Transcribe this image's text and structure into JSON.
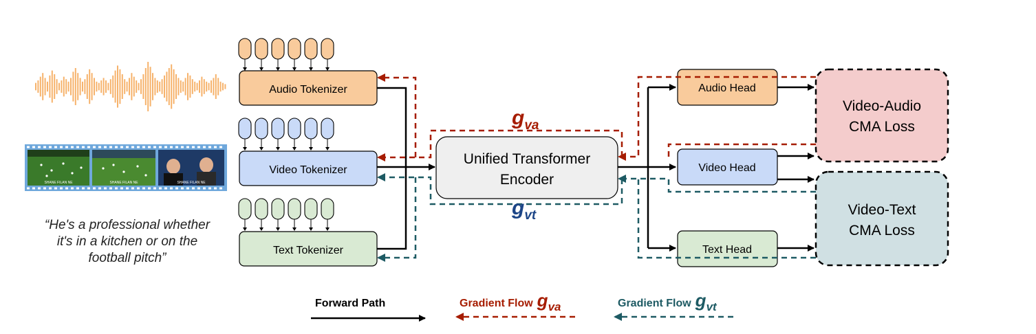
{
  "tokenizers": {
    "audio": "Audio Tokenizer",
    "video": "Video Tokenizer",
    "text": "Text Tokenizer"
  },
  "encoder": {
    "line1": "Unified Transformer",
    "line2": "Encoder"
  },
  "heads": {
    "audio": "Audio Head",
    "video": "Video Head",
    "text": "Text Head"
  },
  "losses": {
    "video_audio": {
      "line1": "Video-Audio",
      "line2": "CMA Loss"
    },
    "video_text": {
      "line1": "Video-Text",
      "line2": "CMA Loss"
    }
  },
  "gradients": {
    "va": {
      "symbol": "g",
      "subscript": "va"
    },
    "vt": {
      "symbol": "g",
      "subscript": "vt"
    }
  },
  "quote": "“He's a professional whether it's in a kitchen or on the football pitch”",
  "film_frames": [
    {
      "caption": "SHANE FILAN NE"
    },
    {
      "caption": "SHANE FILAN NE"
    },
    {
      "caption": "SHANE FILAN NE"
    }
  ],
  "legend": {
    "forward": "Forward Path",
    "gradient_flow_label": "Gradient Flow"
  },
  "colors": {
    "audio_fill": "#f9cb9c",
    "audio_stroke": "#d9964a",
    "video_fill": "#c9daf8",
    "video_stroke": "#6d8fd0",
    "text_fill": "#d9ead3",
    "text_stroke": "#7fae6e",
    "encoder_fill": "#efefef",
    "loss_va_fill": "#f4cccc",
    "loss_vt_fill": "#d0e0e3",
    "grad_va": "#a61c00",
    "grad_vt": "#1d5a63",
    "forward": "#000000",
    "g_vt_text": "#1c4587"
  }
}
